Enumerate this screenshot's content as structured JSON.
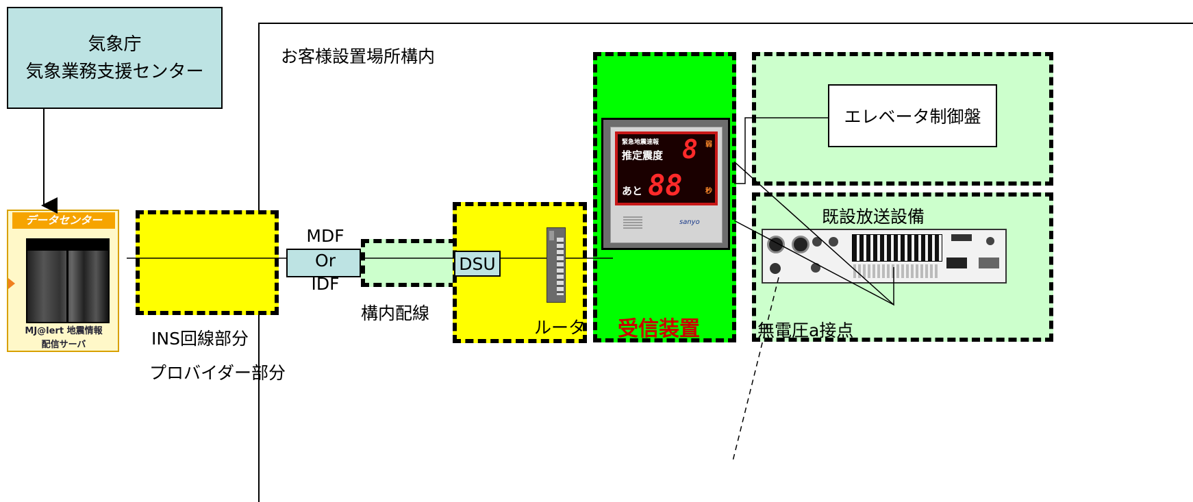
{
  "jma_box": {
    "line1": "気象庁",
    "line2": "気象業務支援センター"
  },
  "premises_label": "お客様設置場所構内",
  "elevator_label": "エレベータ制御盤",
  "broadcast_label": "既設放送設備",
  "contact_label": "無電圧a接点",
  "receiver_label": "受信装置",
  "router_label": "ルータ",
  "dsu_label": "DSU",
  "mdf_label": {
    "line1": "MDF",
    "line2": "Or",
    "line3": "IDF"
  },
  "wiring_label": "構内配線",
  "ins_label": "INS回線部分",
  "provider_label": "プロバイダー部分",
  "datacenter": {
    "header": "データセンター",
    "footer1": "MJ@lert 地震情報",
    "footer2": "配信サーバ"
  },
  "display_panel": {
    "title": "緊急地震速報",
    "intensity_label": "推定震度",
    "intensity_value": "8",
    "intensity_unit": "弱",
    "remain_label": "あと",
    "remain_value": "88",
    "remain_unit": "秒",
    "brand": "sanyo"
  }
}
